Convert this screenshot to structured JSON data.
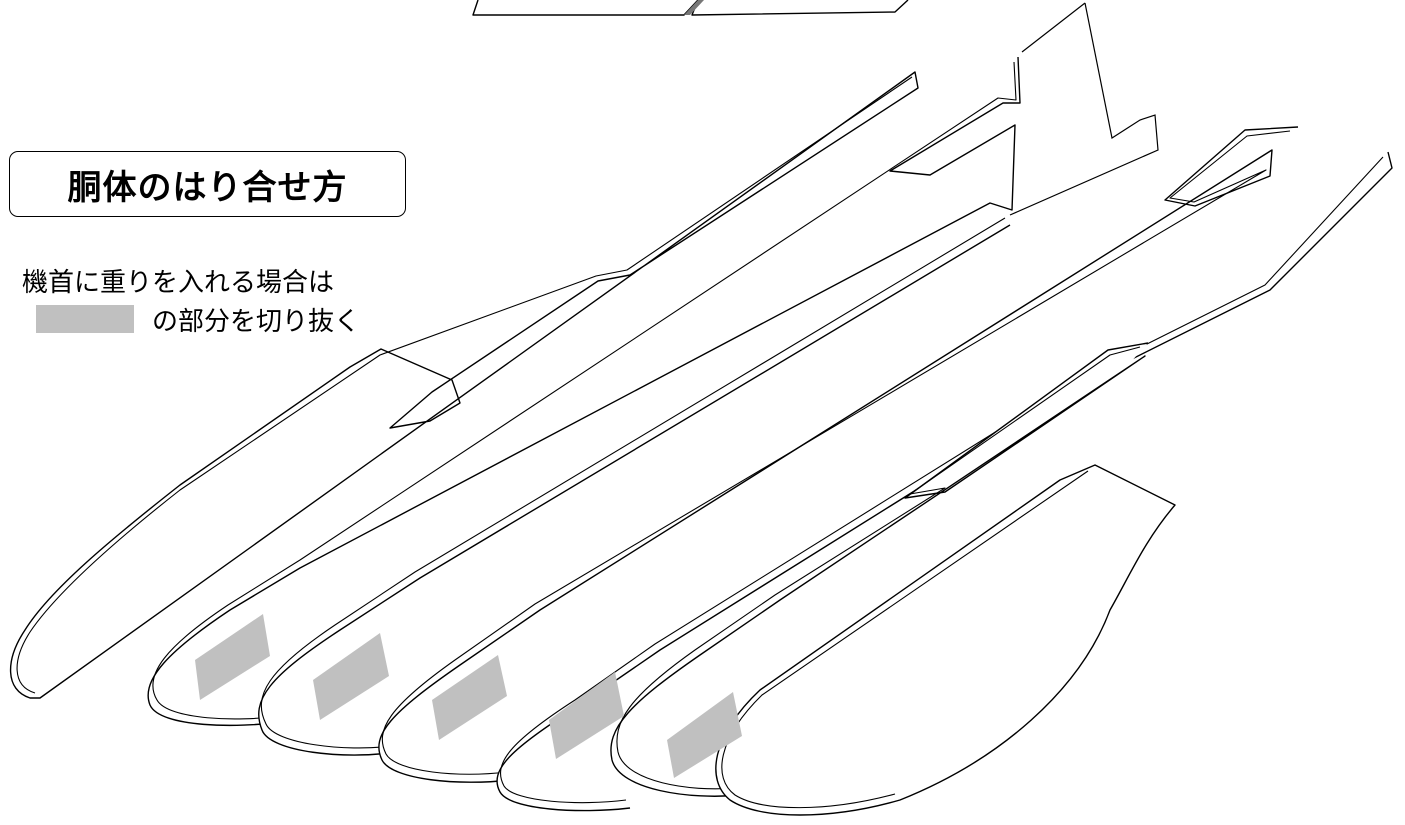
{
  "title": "胴体のはり合せ方",
  "note": {
    "line1": "機首に重りを入れる場合は",
    "line2": "の部分を切り抜く"
  },
  "colors": {
    "cutout_fill": "#c0c0c0",
    "outline": "#000000",
    "paper": "#ffffff"
  }
}
